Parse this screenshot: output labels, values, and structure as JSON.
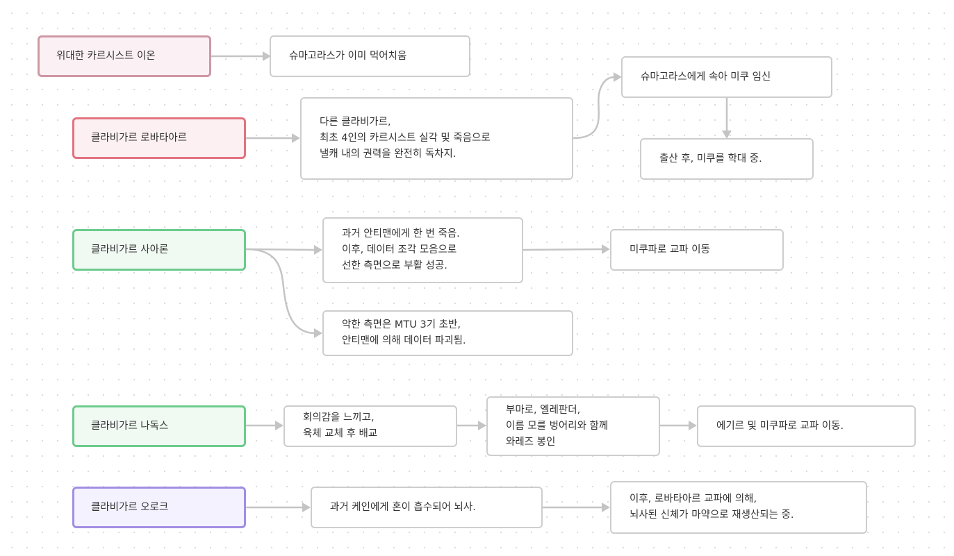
{
  "colors": {
    "edge": "#c4c4c4",
    "node_border": "#cdcdcd",
    "pink_border": "#cf97a6",
    "red_border": "#e1737f",
    "green_border": "#6ccb8d",
    "purple_border": "#a18ee3"
  },
  "nodes": {
    "ion": "위대한 카르시스트 이온",
    "ion_fate": "슈마고라스가 이미 먹어치움",
    "robatar": "클라비가르 로바타아르",
    "robatar_deed": "다른 클라비가르,\n최초 4인의 카르시스트 실각 및 죽음으로\n낼캐 내의 권력을 완전히 독차지.",
    "robatar_deceived": "슈마고라스에게 속아 미쿠 임신",
    "robatar_abuse": "출산 후, 미쿠를 학대 중.",
    "saaron": "클라비가르 사아론",
    "saaron_death": "과거 안티맨에게 한 번 죽음.\n이후, 데이터 조각 모음으로\n선한 측면으로 부활 성공.",
    "saaron_move": "미쿠파로 교파 이동",
    "saaron_evil": "악한 측면은 MTU 3기 초반,\n안티맨에 의해 데이터 파괴됨.",
    "nadox": "클라비가르 나독스",
    "nadox_doubt": "회의감을 느끼고,\n육체 교체 후 배교",
    "nadox_seal": "부마로, 엘레판더,\n이름 모를 벙어리와 함께\n와레즈 봉인",
    "nadox_move": "에기르 및 미쿠파로 교파 이동.",
    "orok": "클라비가르 오로크",
    "orok_absorbed": "과거 케인에게 혼이 흡수되어 뇌사.",
    "orok_revived": "이후, 로바타아르 교파에 의해,\n뇌사된 신체가 마약으로 재생산되는 중."
  }
}
